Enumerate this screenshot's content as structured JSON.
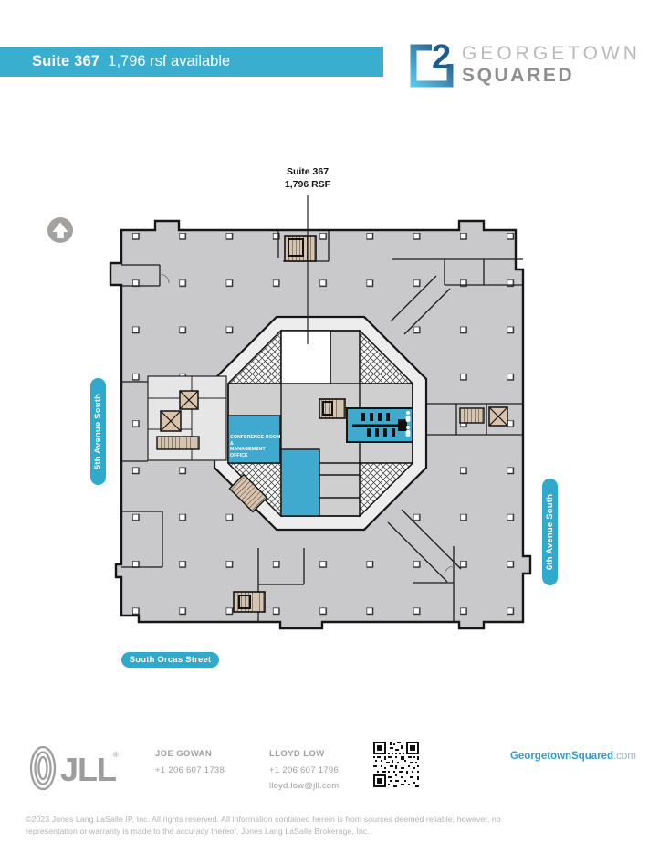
{
  "banner": {
    "suite": "Suite 367",
    "availability": "1,796 rsf available"
  },
  "brand": {
    "name_top": "GEORGETOWN",
    "name_bottom": "SQUARED",
    "mark_digit": "2"
  },
  "callout": {
    "line1": "Suite 367",
    "line2": "1,796 RSF"
  },
  "plan": {
    "streets": {
      "west": "5th Avenue South",
      "east": "6th Avenue South",
      "south": "South Orcas Street"
    },
    "labels": {
      "conference_line1": "CONFERENCE ROOM &",
      "conference_line2": "MANAGEMENT OFFICE"
    }
  },
  "footer": {
    "jll_wordmark": "JLL",
    "contacts": [
      {
        "name": "JOE GOWAN",
        "phone": "+1 206 607 1738"
      },
      {
        "name": "LLOYD LOW",
        "phone": "+1 206 607 1796",
        "email": "lloyd.low@jll.com"
      }
    ],
    "website": {
      "name": "GeorgetownSquared",
      "tld": ".com"
    },
    "copyright": "©2023 Jones Lang LaSalle IP, Inc. All rights reserved. All information contained herein is from sources deemed reliable; however, no representation or warranty is made to the accuracy thereof. Jones Lang LaSalle Brokerage, Inc."
  },
  "colors": {
    "accent_blue": "#3AAECF",
    "highlight_blue": "#3FA9CE",
    "plan_gray": "#C9C9CB",
    "tan": "#D9C4AB",
    "brand_dark_blue": "#1D5C8F",
    "footer_gray": "#9E9E9E",
    "link_blue": "#2F9CD4"
  }
}
